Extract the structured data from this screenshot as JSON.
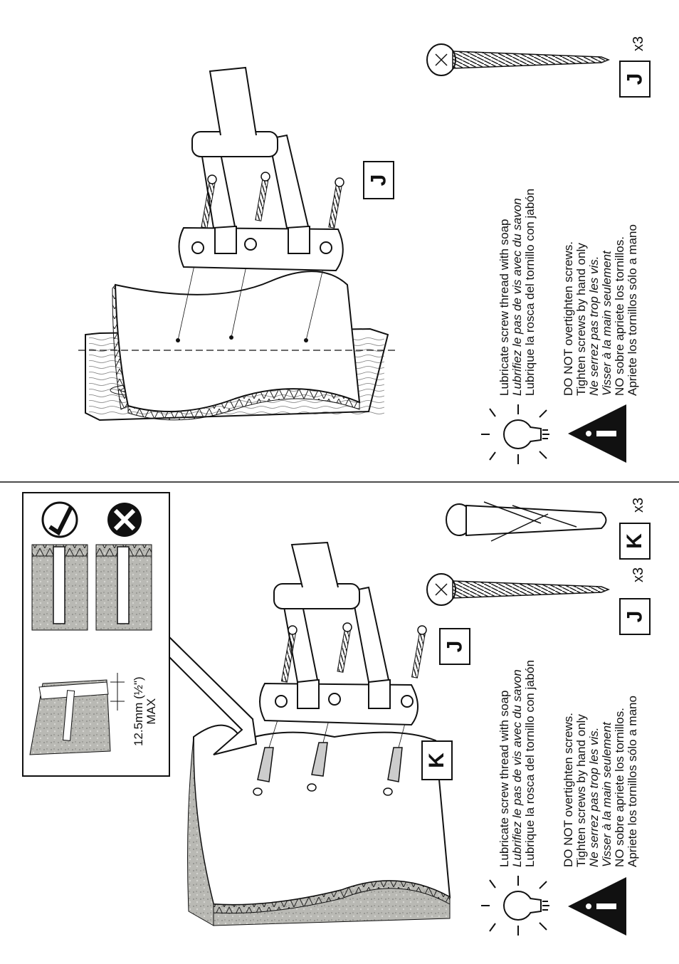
{
  "colors": {
    "ink": "#111111",
    "concrete": "#b9b9b4",
    "paper": "#ffffff"
  },
  "top_panel": {
    "part_label": "J",
    "fastener_label": "J",
    "fastener_qty": "x3",
    "tip_lines": [
      "Lubricate screw thread with soap",
      "Lubrifiez le pas de vis avec du savon",
      "Lubrique la rosca del  tornillo con jabón"
    ],
    "warning_lines": [
      "DO NOT overtighten screws.",
      "Tighten screws by hand only",
      "Ne serrez pas trop les vis.",
      "Visser à la main seulement",
      "NO sobre apriete los tornillos.",
      "Apriete los tornillos sólo a mano"
    ],
    "tip_icon": "lightbulb-icon",
    "warning_icon": "warning-triangle-icon"
  },
  "bottom_panel": {
    "part_label_j": "J",
    "part_label_k": "K",
    "screw_label": "J",
    "screw_qty": "x3",
    "anchor_label": "K",
    "anchor_qty": "x3",
    "measure_line1": "12.5mm (½\")",
    "measure_line2": "MAX",
    "correct_icon": "check-icon",
    "wrong_icon": "cross-icon",
    "tip_lines": [
      "Lubricate screw thread with soap",
      "Lubrifiez le pas de vis avec du savon",
      "Lubrique la rosca del  tornillo con jabón"
    ],
    "warning_lines": [
      "DO NOT overtighten screws.",
      "Tighten screws by hand only",
      "Ne serrez pas trop les vis.",
      "Visser à la main seulement",
      "NO sobre apriete los tornillos.",
      "Apriete los tornillos sólo a mano"
    ],
    "tip_icon": "lightbulb-icon",
    "warning_icon": "warning-triangle-icon"
  }
}
